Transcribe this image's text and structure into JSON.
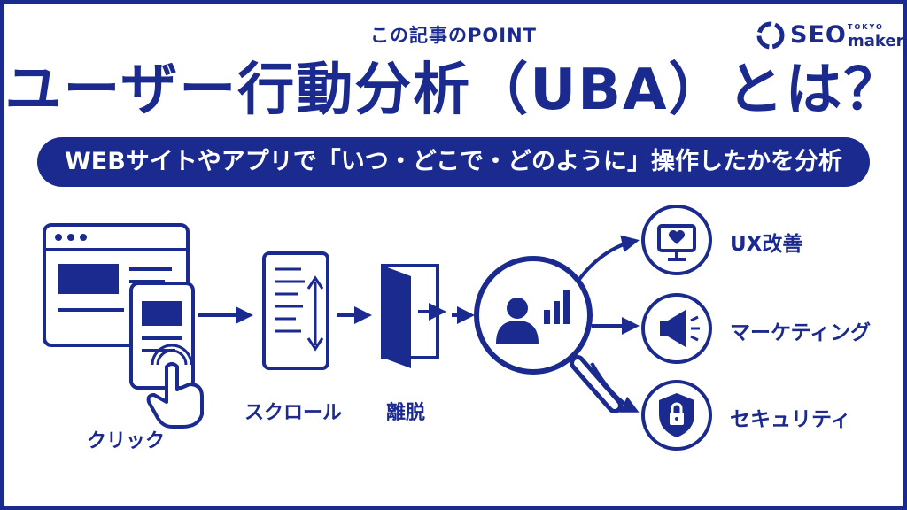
{
  "kicker": "この記事のPOINT",
  "headline": "ユーザー行動分析（UBA）とは？",
  "banner": "WEBサイトやアプリで「いつ・どこで・どのように」操作したかを分析",
  "brand": {
    "seo": "SEO",
    "tokyo": "TOKYO",
    "maker": "maker"
  },
  "steps": {
    "click": "クリック",
    "scroll": "スクロール",
    "exit": "離脱"
  },
  "outcomes": {
    "ux": "UX改善",
    "marketing": "マーケティング",
    "security": "セキュリティ"
  },
  "colors": {
    "primary": "#1a2a8f",
    "background": "#ffffff"
  }
}
